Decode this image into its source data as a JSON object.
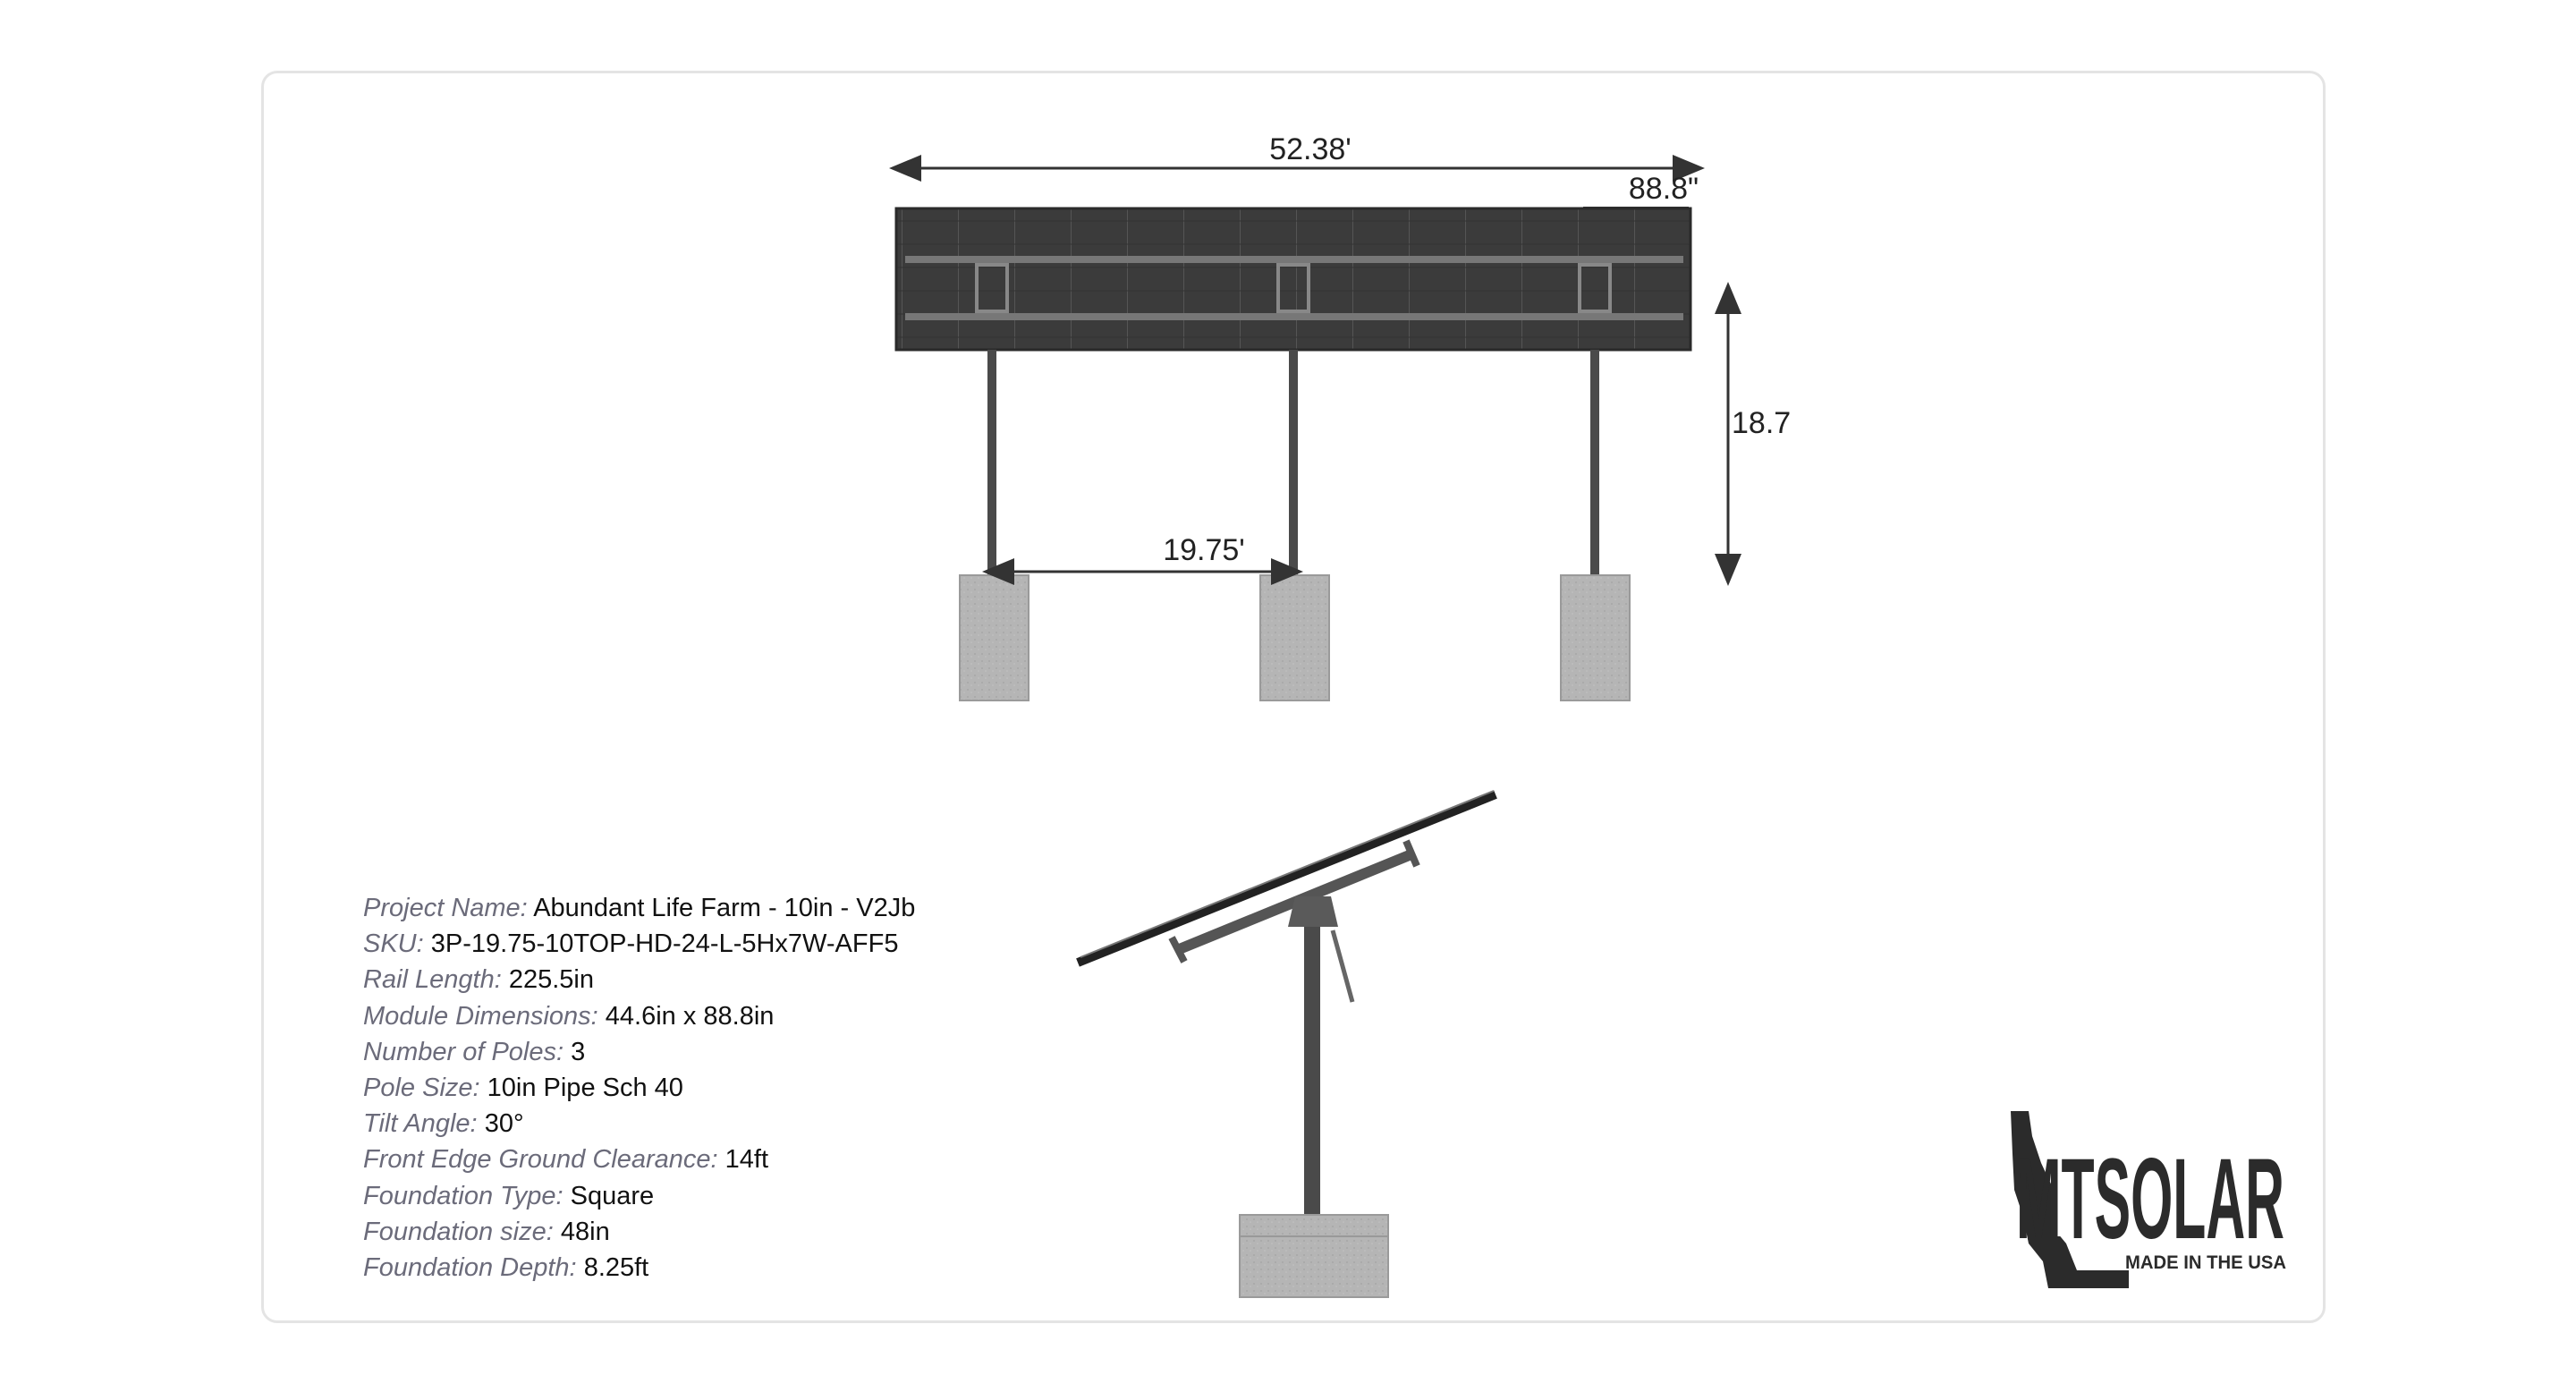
{
  "dimensions": {
    "overall_length": "52.38'",
    "module_width": "88.8\"",
    "height": "18.7",
    "pole_spacing": "19.75'"
  },
  "specs": [
    {
      "label": "Project Name:",
      "value": "Abundant Life Farm - 10in - V2Jb"
    },
    {
      "label": "SKU:",
      "value": "3P-19.75-10TOP-HD-24-L-5Hx7W-AFF5"
    },
    {
      "label": "Rail Length:",
      "value": "225.5in"
    },
    {
      "label": "Module Dimensions:",
      "value": "44.6in x 88.8in"
    },
    {
      "label": "Number of Poles:",
      "value": "3"
    },
    {
      "label": "Pole Size:",
      "value": "10in Pipe Sch 40"
    },
    {
      "label": "Tilt Angle:",
      "value": "30°"
    },
    {
      "label": "Front Edge Ground Clearance:",
      "value": "14ft"
    },
    {
      "label": "Foundation Type:",
      "value": "Square"
    },
    {
      "label": "Foundation size:",
      "value": "48in"
    },
    {
      "label": "Foundation Depth:",
      "value": "8.25ft"
    }
  ],
  "logo": {
    "brand": "MTSOLAR",
    "tagline": "MADE IN THE USA"
  },
  "colors": {
    "panel": "#3a3a3a",
    "pole": "#4a4a4a",
    "foundation": "#b3b3b3",
    "dimension_line": "#333333"
  }
}
